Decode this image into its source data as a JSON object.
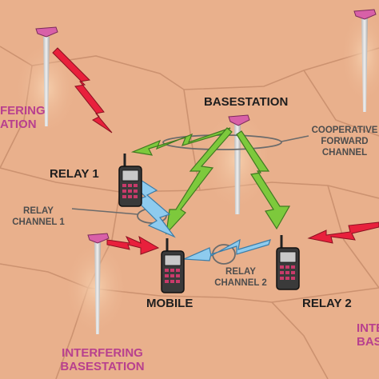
{
  "labels": {
    "basestation": "BASESTATION",
    "cooperative_line1": "COOPERATIVE",
    "cooperative_line2": "FORWARD",
    "cooperative_line3": "CHANNEL",
    "relay1": "RELAY 1",
    "relay_channel1_line1": "RELAY",
    "relay_channel1_line2": "CHANNEL 1",
    "relay_channel2_line1": "RELAY",
    "relay_channel2_line2": "CHANNEL 2",
    "mobile": "MOBILE",
    "relay2": "RELAY 2",
    "interfering_bottom_line1": "INTERFERING",
    "interfering_bottom_line2": "BASESTATION",
    "interfering_left_line1": "FERING",
    "interfering_left_line2": "ATION",
    "interfering_right_line1": "INTE",
    "interfering_right_line2": "BAS"
  },
  "colors": {
    "background": "#e9b08c",
    "cell_border": "#c98f6e",
    "green_link": "#7dc93c",
    "blue_relay_link": "#8ecbee",
    "red_interference": "#e8203c",
    "label_magenta": "#b8408e",
    "tower": "#d0d0d0",
    "phone": "#3a3a3a"
  }
}
